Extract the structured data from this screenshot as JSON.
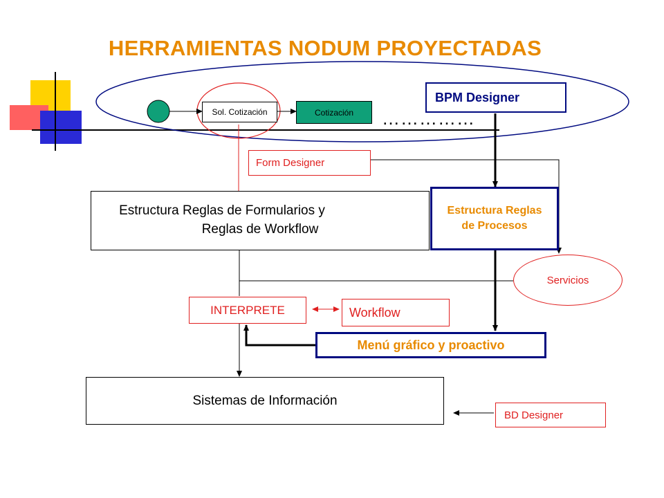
{
  "title": "HERRAMIENTAS NODUM PROYECTADAS",
  "nodes": {
    "sol_cotizacion": "Sol. Cotización",
    "cotizacion": "Cotización",
    "bpm_designer": "BPM Designer",
    "ellipsis": "……………",
    "form_designer": "Form Designer",
    "estructura_formularios_l1": "Estructura Reglas de Formularios y",
    "estructura_formularios_l2": "Reglas de Workflow",
    "estructura_procesos_l1": "Estructura Reglas",
    "estructura_procesos_l2": "de Procesos",
    "servicios": "Servicios",
    "interprete": "INTERPRETE",
    "workflow": "Workflow",
    "menu_grafico": "Menú gráfico y proactivo",
    "sistemas_informacion": "Sistemas de Información",
    "bd_designer": "BD Designer"
  },
  "colors": {
    "title": "#e88a00",
    "red_text": "#e02020",
    "navy": "#000a80",
    "green_fill": "#0fa078",
    "orange_bold": "#e88a00"
  }
}
